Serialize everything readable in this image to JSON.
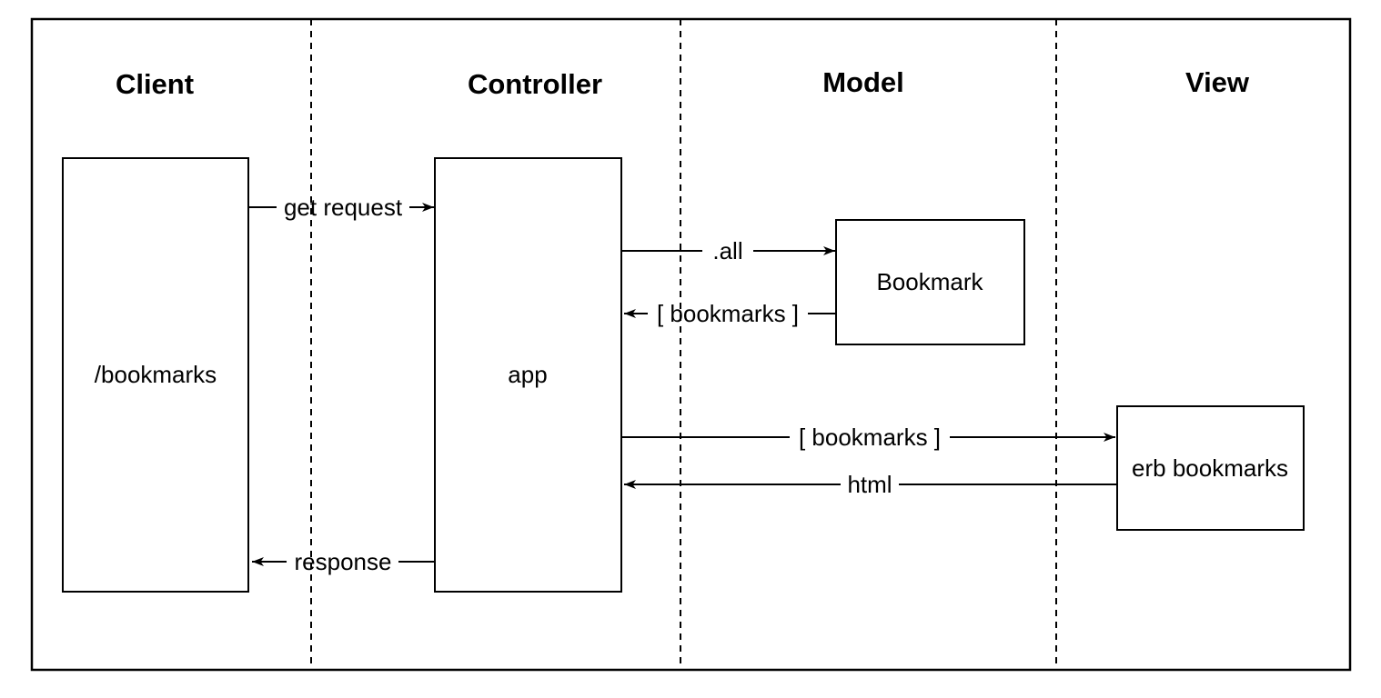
{
  "diagram": {
    "type": "sequence-flow",
    "background": "#ffffff",
    "stroke_color": "#000000",
    "lanes": [
      {
        "label": "Client"
      },
      {
        "label": "Controller"
      },
      {
        "label": "Model"
      },
      {
        "label": "View"
      }
    ],
    "nodes": [
      {
        "id": "client",
        "lane": "Client",
        "label": "/bookmarks"
      },
      {
        "id": "controller",
        "lane": "Controller",
        "label": "app"
      },
      {
        "id": "model",
        "lane": "Model",
        "label": "Bookmark"
      },
      {
        "id": "view",
        "lane": "View",
        "label": "erb bookmarks"
      }
    ],
    "messages": [
      {
        "label": "get request",
        "from": "Client",
        "to": "Controller",
        "direction": "right"
      },
      {
        "label": ".all",
        "from": "Controller",
        "to": "Model",
        "direction": "right"
      },
      {
        "label": "[ bookmarks ]",
        "from": "Model",
        "to": "Controller",
        "direction": "left"
      },
      {
        "label": "[ bookmarks ]",
        "from": "Controller",
        "to": "View",
        "direction": "right"
      },
      {
        "label": "html",
        "from": "View",
        "to": "Controller",
        "direction": "left"
      },
      {
        "label": "response",
        "from": "Controller",
        "to": "Client",
        "direction": "left"
      }
    ]
  }
}
